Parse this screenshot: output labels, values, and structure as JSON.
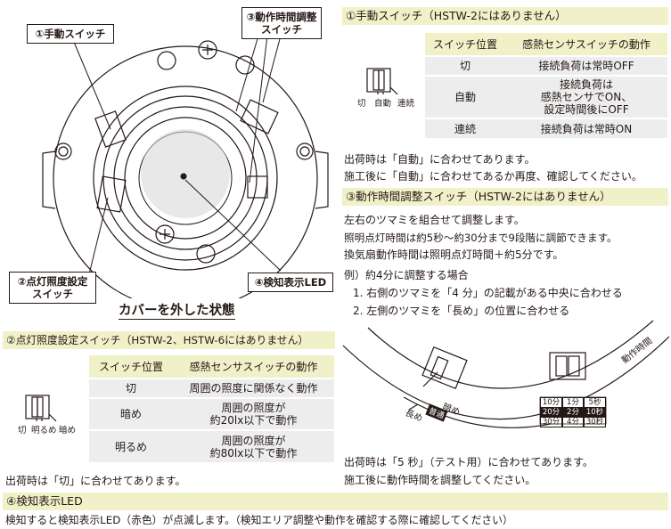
{
  "diagram_top": {
    "callout_manual": "①手動スイッチ",
    "callout_time_1": "③動作時間調整",
    "callout_time_2": "スイッチ",
    "callout_lux_1": "②点灯照度設定",
    "callout_lux_2": "スイッチ",
    "callout_led": "④検知表示LED",
    "caption": "カバーを外した状態"
  },
  "section1": {
    "title": "①手動スイッチ（HSTW-2にはありません）",
    "switch_labels": [
      "切",
      "自動",
      "連続"
    ],
    "table": {
      "headers": [
        "スイッチ位置",
        "感熱センサスイッチの動作"
      ],
      "rows": [
        {
          "pos": "切",
          "action": [
            "接続負荷は常時OFF"
          ]
        },
        {
          "pos": "自動",
          "action": [
            "接続負荷は",
            "感熱センサでON、",
            "設定時間後にOFF"
          ]
        },
        {
          "pos": "連続",
          "action": [
            "接続負荷は常時ON"
          ]
        }
      ]
    },
    "note1": "出荷時は「自動」に合わせてあります。",
    "note2": "施工後に「自動」に合わせてあるか再度、確認してください。"
  },
  "section2": {
    "title": "②点灯照度設定スイッチ（HSTW-2、HSTW-6にはありません）",
    "switch_labels": [
      "切",
      "明るめ",
      "暗め"
    ],
    "table": {
      "headers": [
        "スイッチ位置",
        "感熱センサスイッチの動作"
      ],
      "rows": [
        {
          "pos": "切",
          "action": [
            "周囲の照度に関係なく動作"
          ]
        },
        {
          "pos": "暗め",
          "action": [
            "周囲の照度が",
            "約20lx以下で動作"
          ]
        },
        {
          "pos": "明るめ",
          "action": [
            "周囲の照度が",
            "約80lx以下で動作"
          ]
        }
      ]
    },
    "note": "出荷時は「切」に合わせてあります。"
  },
  "section3": {
    "title": "③動作時間調整スイッチ（HSTW-2にはありません）",
    "line1": "左右のツマミを組合せて調整します。",
    "line2": "照明点灯時間は約5秒〜約30分まで9段階に調節できます。",
    "line3": "換気扇動作時間は照明点灯時間＋約5分です。",
    "example": "例）約4分に調整する場合",
    "step1": "1. 右側のツマミを「4 分」の記載がある中央に合わせる",
    "step2": "2. 左側のツマミを「長め」の位置に合わせる",
    "diagram": {
      "left_labels": [
        "暗め",
        "普通",
        "長め"
      ],
      "right_label": "動作時間",
      "grid": [
        [
          "10分",
          "1分",
          "5秒"
        ],
        [
          "20分",
          "2分",
          "10秒"
        ],
        [
          "30分",
          "4分",
          "30秒"
        ]
      ]
    },
    "note1": "出荷時は「5 秒」（テスト用）に合わせてあります。",
    "note2": "施工後に動作時間を調整してください。"
  },
  "section4": {
    "title": "④検知表示LED",
    "text": "検知すると検知表示LED（赤色）が点滅します。（検知エリア調整や動作を確認する際に確認してください）"
  },
  "colors": {
    "band": "#f1f1c9",
    "cell": "#ededed",
    "ink": "#231815"
  }
}
